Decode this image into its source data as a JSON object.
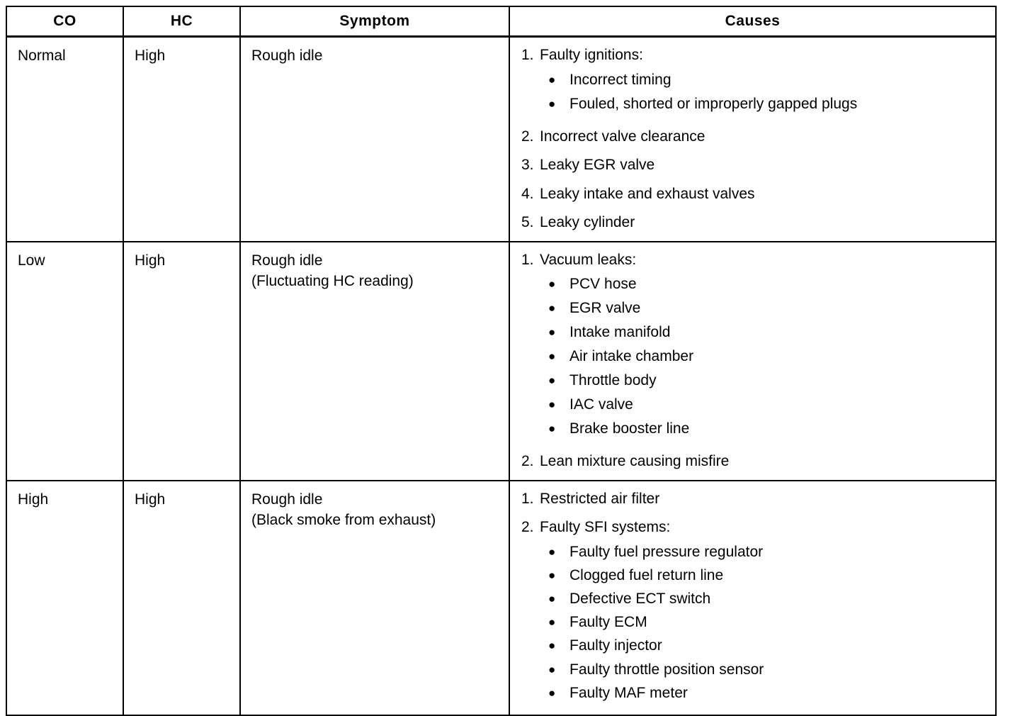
{
  "table": {
    "name": "emission-diagnosis-table",
    "headers": {
      "co": "CO",
      "hc": "HC",
      "symptom": "Symptom",
      "causes": "Causes"
    },
    "rows": [
      {
        "co": "Normal",
        "hc": "High",
        "symptom_lines": [
          "Rough idle"
        ],
        "causes": [
          {
            "number": "1.",
            "text": "Faulty ignitions:",
            "sub": [
              "Incorrect timing",
              "Fouled, shorted or improperly gapped plugs"
            ]
          },
          {
            "number": "2.",
            "text": "Incorrect valve clearance",
            "sub": []
          },
          {
            "number": "3.",
            "text": "Leaky EGR valve",
            "sub": []
          },
          {
            "number": "4.",
            "text": "Leaky intake and exhaust valves",
            "sub": []
          },
          {
            "number": "5.",
            "text": "Leaky cylinder",
            "sub": []
          }
        ]
      },
      {
        "co": "Low",
        "hc": "High",
        "symptom_lines": [
          "Rough idle",
          "(Fluctuating HC reading)"
        ],
        "causes": [
          {
            "number": "1.",
            "text": "Vacuum leaks:",
            "sub": [
              "PCV hose",
              "EGR valve",
              "Intake manifold",
              "Air intake chamber",
              "Throttle body",
              "IAC valve",
              "Brake booster line"
            ]
          },
          {
            "number": "2.",
            "text": "Lean mixture causing misfire",
            "sub": []
          }
        ]
      },
      {
        "co": "High",
        "hc": "High",
        "symptom_lines": [
          "Rough idle",
          "(Black smoke from exhaust)"
        ],
        "causes": [
          {
            "number": "1.",
            "text": "Restricted air filter",
            "sub": []
          },
          {
            "number": "2.",
            "text": "Faulty SFI systems:",
            "sub": [
              "Faulty fuel pressure regulator",
              "Clogged fuel return line",
              "Defective ECT switch",
              "Faulty ECM",
              "Faulty injector",
              "Faulty throttle position sensor",
              "Faulty MAF meter"
            ]
          }
        ]
      }
    ],
    "bullet_glyph": "●"
  }
}
